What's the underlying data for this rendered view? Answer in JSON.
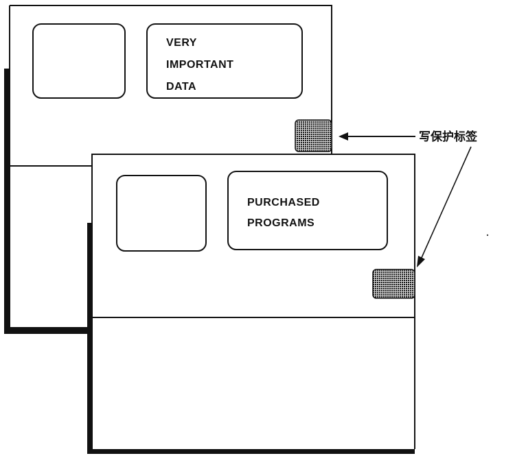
{
  "disk_back": {
    "label_lines": [
      "VERY",
      "IMPORTANT",
      "DATA"
    ]
  },
  "disk_front": {
    "label_lines": [
      "PURCHASED",
      "PROGRAMS"
    ]
  },
  "callout": {
    "text": "写保护标签"
  },
  "colors": {
    "ink": "#111111",
    "paper": "#ffffff",
    "tab": "#3a3a3a"
  }
}
